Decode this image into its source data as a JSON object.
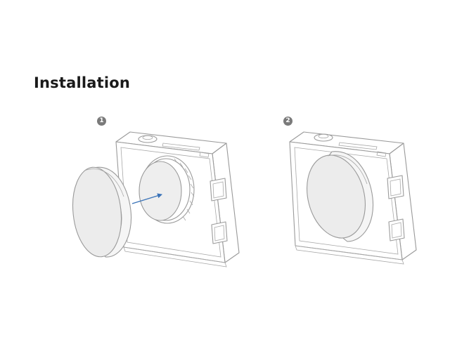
{
  "section": {
    "title": "Installation"
  },
  "steps": [
    {
      "number": "1",
      "icon": "step-number-icon"
    },
    {
      "number": "2",
      "icon": "step-number-icon"
    }
  ],
  "colors": {
    "arrow": "#3a73b8",
    "line": "#9a9a9a",
    "title": "#1a1a1a",
    "badge": "#7a7a7a"
  }
}
